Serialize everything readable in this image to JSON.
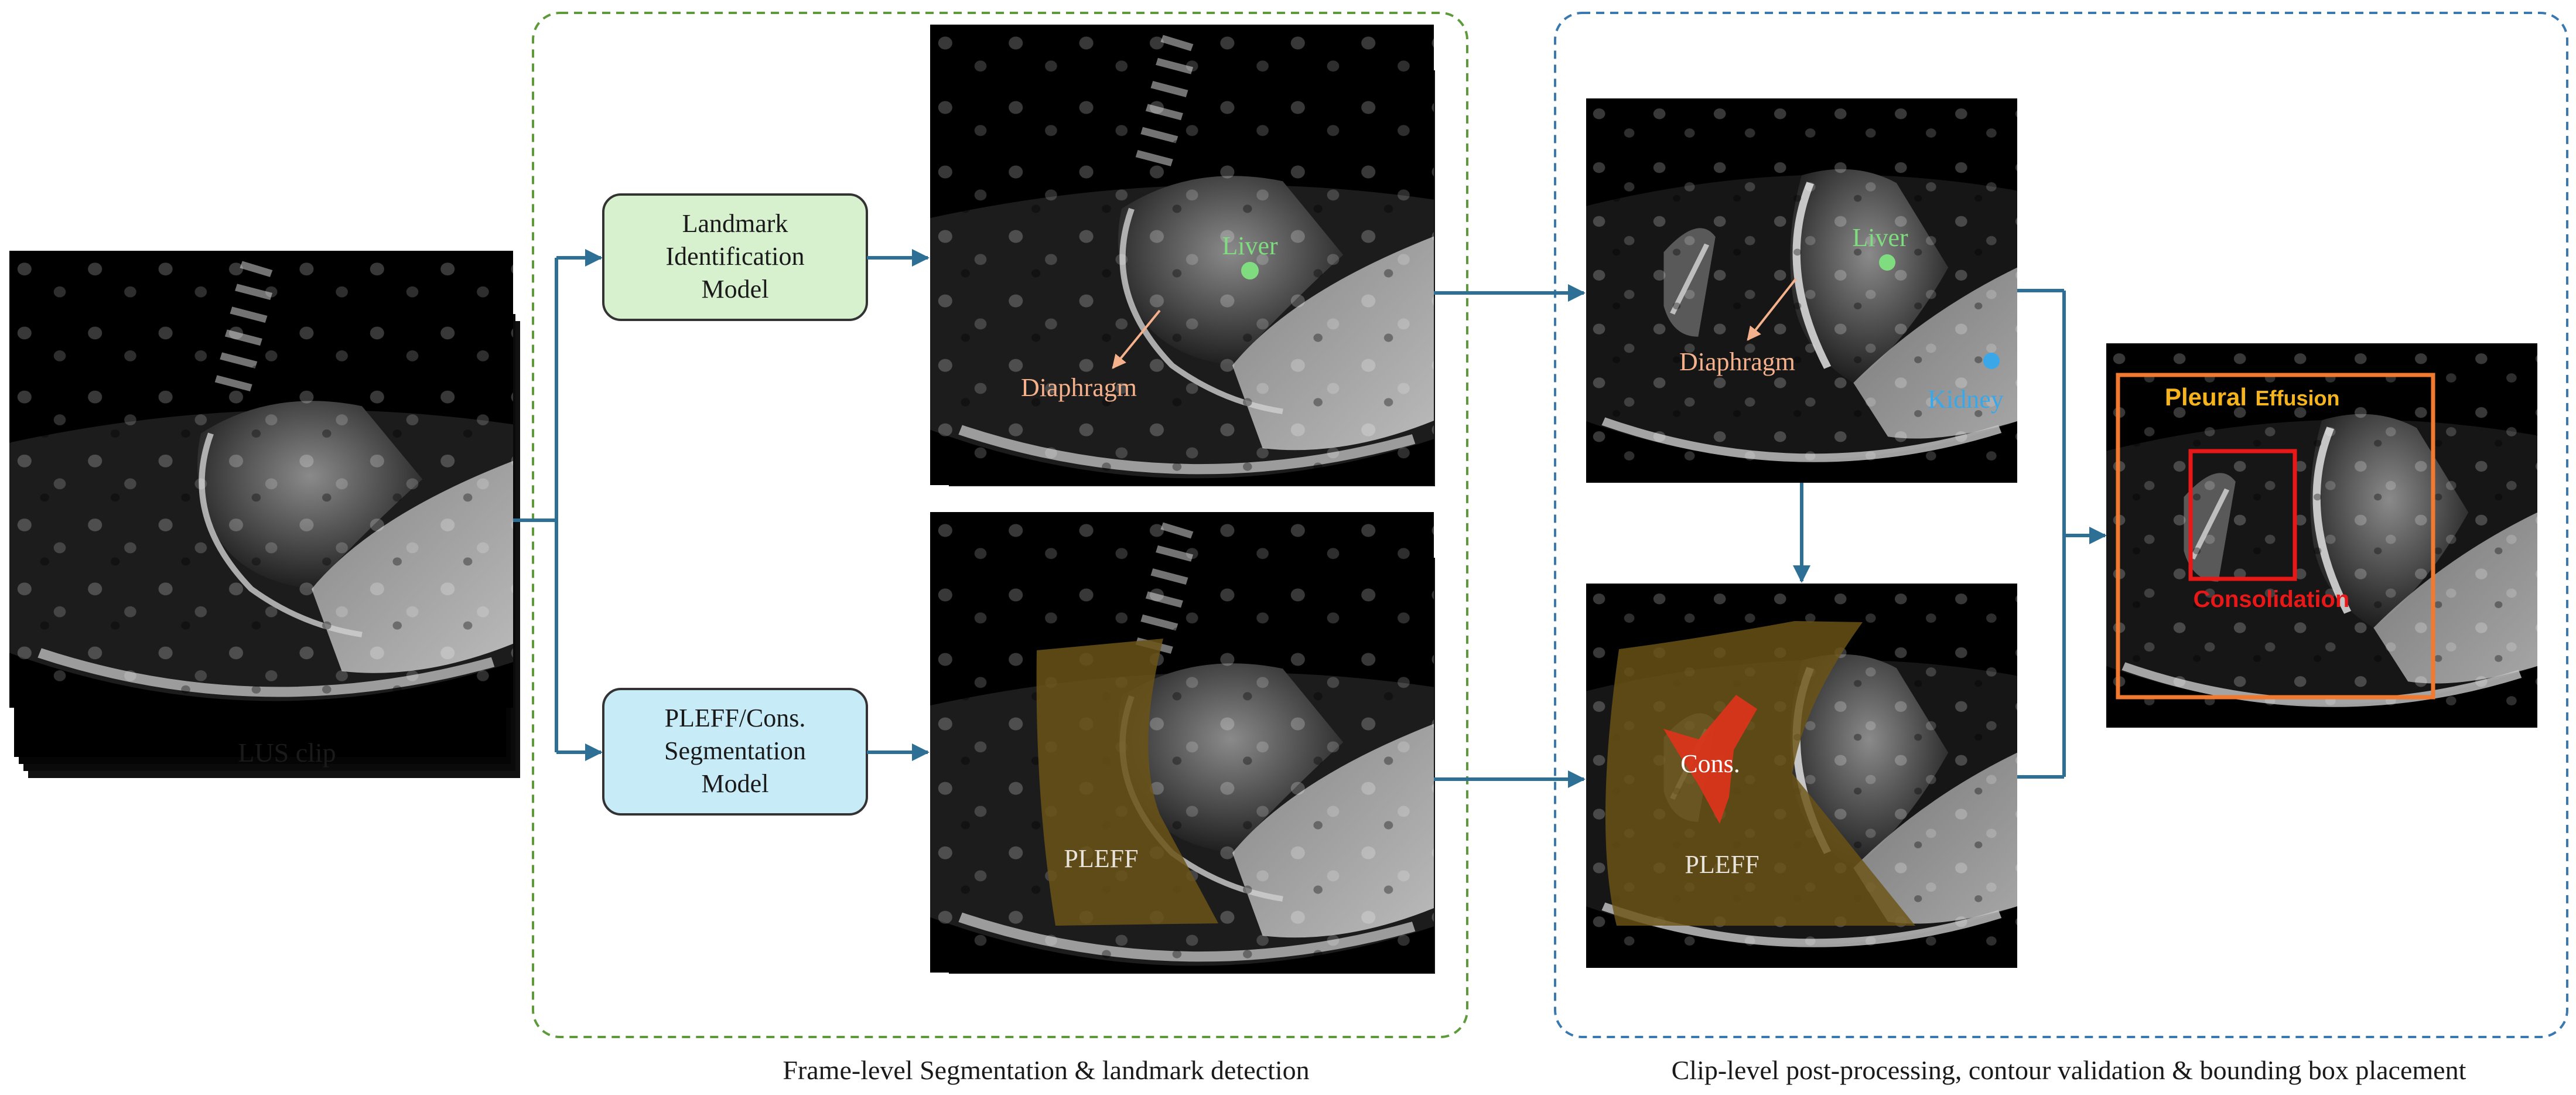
{
  "input": {
    "caption": "LUS clip"
  },
  "models": {
    "landmark": {
      "line1": "Landmark",
      "line2": "Identification",
      "line3": "Model"
    },
    "segmentation": {
      "line1": "PLEFF/Cons.",
      "line2": "Segmentation",
      "line3": "Model"
    }
  },
  "frame_outputs": {
    "landmark": {
      "liver": "Liver",
      "diaphragm": "Diaphragm"
    },
    "segmentation": {
      "pleff": "PLEFF"
    }
  },
  "clip_outputs": {
    "landmark": {
      "liver": "Liver",
      "diaphragm": "Diaphragm",
      "kidney": "Kidney"
    },
    "segmentation": {
      "cons": "Cons.",
      "pleff": "PLEFF"
    }
  },
  "final_output": {
    "pleural_word": "Pleural",
    "effusion_word": "Effusion",
    "consolidation": "Consolidation"
  },
  "sections": {
    "frame_level": "Frame-level Segmentation & landmark detection",
    "clip_level": "Clip-level post-processing, contour validation & bounding box placement"
  },
  "colors": {
    "arrow": "#2e6f96",
    "frame_group_border": "#5e9a3c",
    "clip_group_border": "#3a78b0",
    "landmark_box_fill": "#d7f1cf",
    "segmentation_box_fill": "#c8ebf8",
    "liver_marker": "#7fdc7f",
    "kidney_marker": "#3aa8e8",
    "diaphragm_text": "#f4b18c",
    "pleff_overlay": "#6b5416",
    "cons_overlay": "#e0331c",
    "pleural_box": "#f07a30",
    "pleural_text": "#f5b41c",
    "consolidation_box": "#e81818"
  }
}
